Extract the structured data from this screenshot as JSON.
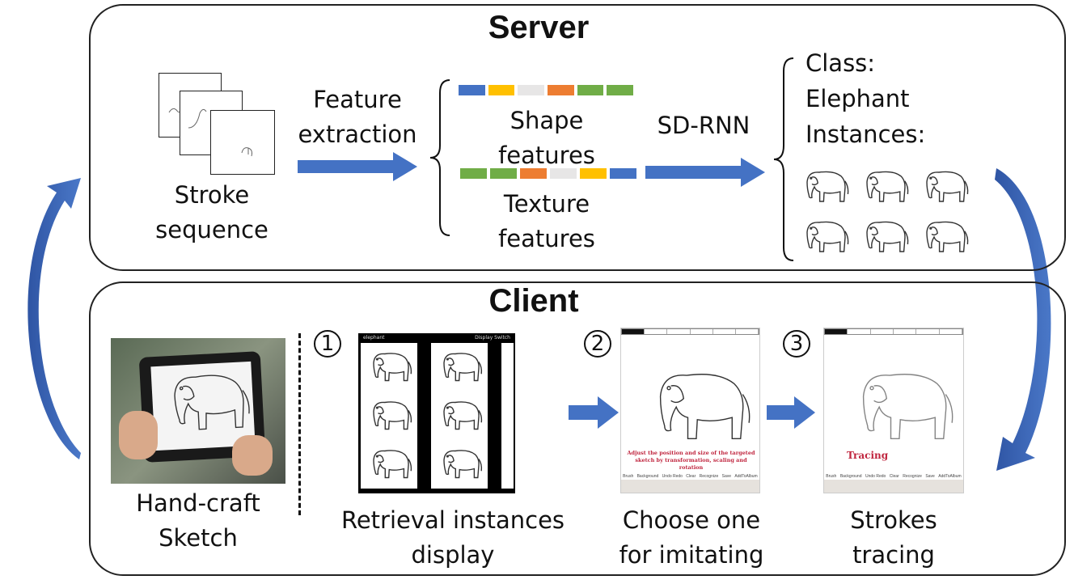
{
  "server": {
    "title": "Server",
    "stroke_label": [
      "Stroke",
      "sequence"
    ],
    "feature_extraction_label": [
      "Feature",
      "extraction"
    ],
    "shape_features_label": [
      "Shape",
      "features"
    ],
    "texture_features_label": [
      "Texture",
      "features"
    ],
    "shape_bar_colors": [
      "#4472c4",
      "#ffc000",
      "#e7e6e6",
      "#ed7d31",
      "#70ad47",
      "#70ad47"
    ],
    "texture_bar_colors": [
      "#70ad47",
      "#70ad47",
      "#ed7d31",
      "#e7e6e6",
      "#ffc000",
      "#4472c4"
    ],
    "model_label": "SD-RNN",
    "class_label": "Class:",
    "class_value": "Elephant",
    "instances_label": "Instances:"
  },
  "client": {
    "title": "Client",
    "sketch_label": [
      "Hand-craft",
      "Sketch"
    ],
    "steps": [
      {
        "number": "1",
        "label": [
          "Retrieval instances",
          "display"
        ]
      },
      {
        "number": "2",
        "label": [
          "Choose one",
          "for imitating"
        ]
      },
      {
        "number": "3",
        "label": [
          "Strokes",
          "tracing"
        ]
      }
    ],
    "retrieval_screen": {
      "header_left": "elephant",
      "header_right": "Display Switch"
    },
    "imitate_screen": {
      "instruction": "Adjust the position and size of the targeted sketch by transformation, scaling and rotation"
    },
    "tracing_screen": {
      "status": "Tracing"
    },
    "toolbar": [
      "Brush",
      "Background",
      "Undo Redo",
      "Clear",
      "Recognize",
      "Save",
      "AddToAlbum"
    ]
  },
  "colors": {
    "arrow": "#4472c4",
    "instruction_text": "#c0263f"
  }
}
